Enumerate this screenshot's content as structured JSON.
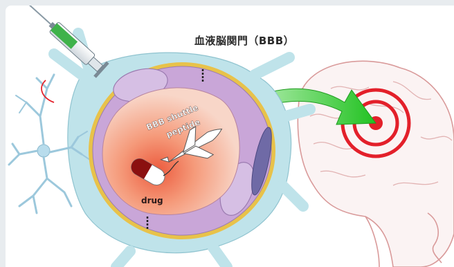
{
  "figure": {
    "title": "血液脳関門（BBB）",
    "label_shuttle": "BBB shuttle",
    "label_peptide": "peptide",
    "label_drug": "drug"
  },
  "colors": {
    "background": "#e8ecef",
    "astrocyte": "#bfe3ea",
    "vessel_wall": "#c9a6d8",
    "lumen": "#f4c7b8",
    "target": "#e3202a",
    "arrow": "#33cc33",
    "brain_outline": "#d99a9a"
  }
}
